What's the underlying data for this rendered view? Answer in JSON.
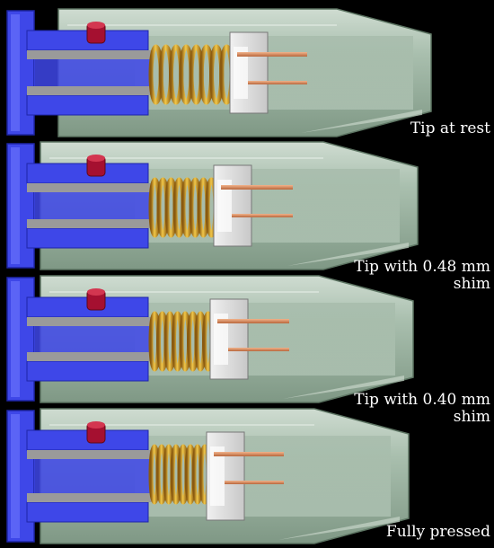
{
  "panels": [
    {
      "caption_lines": [
        "Tip at rest"
      ]
    },
    {
      "caption_lines": [
        "Tip with 0.48 mm",
        "shim"
      ]
    },
    {
      "caption_lines": [
        "Tip with 0.40 mm",
        "shim"
      ]
    },
    {
      "caption_lines": [
        "Fully pressed"
      ]
    }
  ],
  "colors": {
    "background": "#000000",
    "housing": "#a6bdac",
    "plunger_blue": "#3e47e8",
    "spring_gold": "#d8a22a",
    "pin_copper": "#d98a5e",
    "seal_red": "#a51030",
    "gray_parts": "#b8b8b8"
  }
}
